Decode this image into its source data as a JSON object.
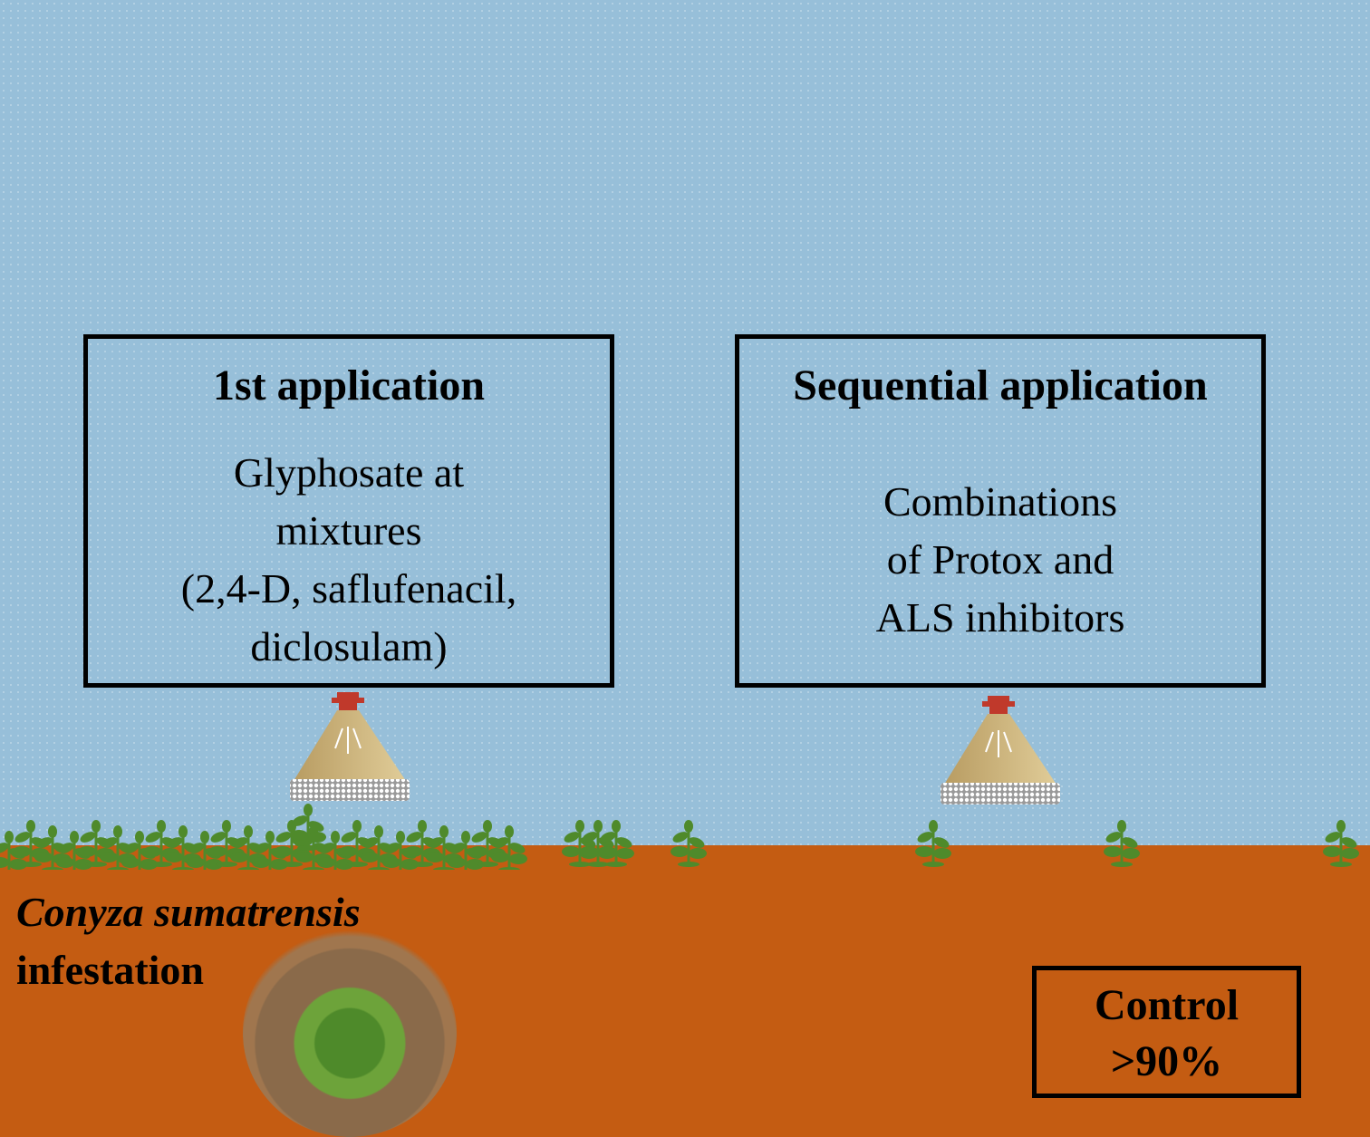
{
  "first_application": {
    "title": "1st application",
    "lines": [
      "Glyphosate at",
      "mixtures",
      "(2,4-D, saflufenacil,",
      "diclosulam)"
    ]
  },
  "sequential_application": {
    "title": "Sequential application",
    "lines": [
      "Combinations",
      "of Protox and",
      "ALS inhibitors"
    ]
  },
  "infestation": {
    "species": "Conyza sumatrensis",
    "word": "infestation"
  },
  "result": {
    "lines": [
      "Control",
      ">90%"
    ]
  },
  "colors": {
    "sky": "#97bfd9",
    "soil": "#c45c12",
    "plant": "#4f8a2b",
    "nozzle": "#c0392b",
    "spray_cone": "#c8b07a"
  }
}
